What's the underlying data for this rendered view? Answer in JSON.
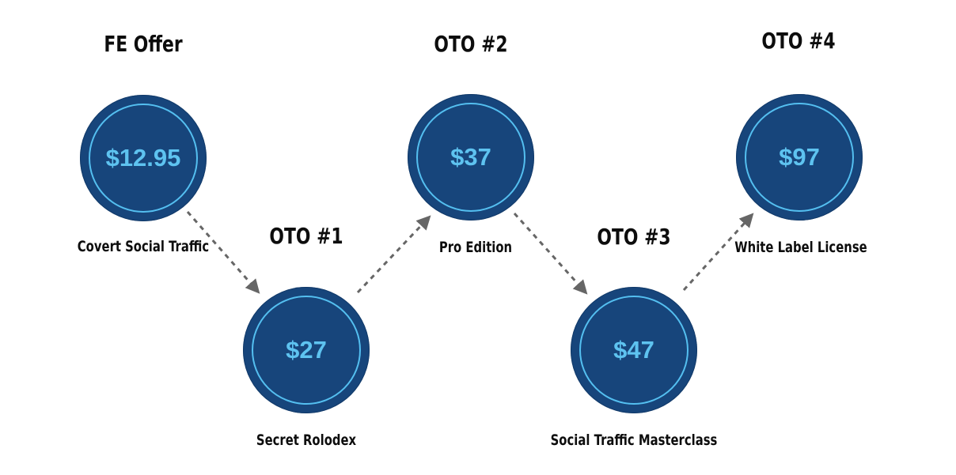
{
  "steps": [
    {
      "heading": "FE Offer",
      "price": "$12.95",
      "product": "Covert Social Traffic"
    },
    {
      "heading": "OTO #1",
      "price": "$27",
      "product": "Secret Rolodex"
    },
    {
      "heading": "OTO #2",
      "price": "$37",
      "product": "Pro Edition"
    },
    {
      "heading": "OTO #3",
      "price": "$47",
      "product": "Social Traffic Masterclass"
    },
    {
      "heading": "OTO #4",
      "price": "$97",
      "product": "White Label License"
    }
  ],
  "colors": {
    "circle_fill": "#17457b",
    "ring_stroke": "#54bff0",
    "price_text": "#5ec3f0",
    "label_text": "#0d0d0d",
    "arrow": "#666666"
  }
}
